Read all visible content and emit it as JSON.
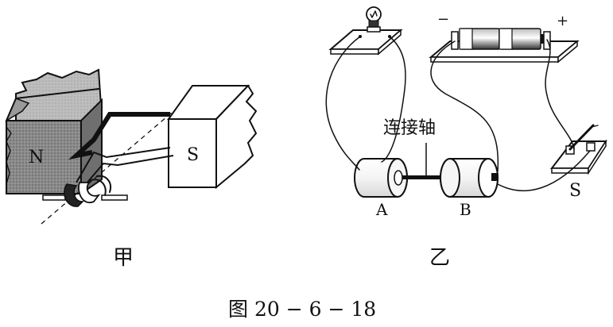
{
  "figure_jia": {
    "label_n": "N",
    "label_s": "S",
    "caption": "甲"
  },
  "figure_yi": {
    "label_minus": "−",
    "label_plus": "+",
    "label_axle": "连接轴",
    "label_a": "A",
    "label_b": "B",
    "label_switch": "S",
    "caption": "乙"
  },
  "figure_caption": "图 20 − 6 − 18"
}
